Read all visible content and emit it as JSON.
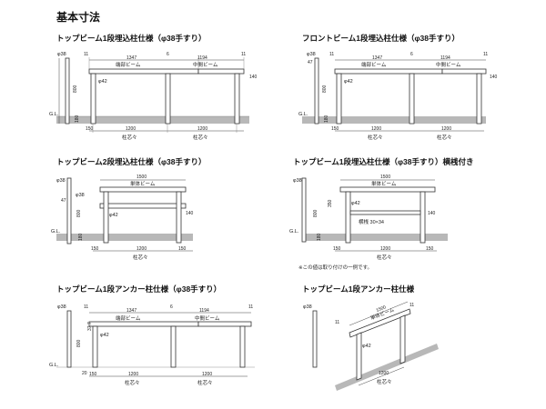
{
  "page_title": "基本寸法",
  "panels": [
    {
      "title": "トップビーム1段埋込柱仕様（φ38手すり）",
      "dims": {
        "d38": "φ38",
        "d11a": "11",
        "d6": "6",
        "d11b": "11",
        "w1347": "1347",
        "w1194": "1194",
        "endbeam": "端部ビーム",
        "midbeam": "中間ビーム",
        "d42": "φ42",
        "h800": "800",
        "gl": "G.L.",
        "h180": "180",
        "w150": "150",
        "w1200a": "1200",
        "w1200b": "1200",
        "pitch": "柱芯々",
        "h140": "140"
      }
    },
    {
      "title": "フロントビーム1段埋込柱仕様（φ38手すり）",
      "dims": {
        "d38": "φ38",
        "d47": "47",
        "d11a": "11",
        "d6": "6",
        "d11b": "11",
        "w1347": "1347",
        "w1194": "1194",
        "endbeam": "端部ビーム",
        "midbeam": "中間ビーム",
        "d42": "φ42",
        "h800": "800",
        "gl": "G.L.",
        "h180": "180",
        "w150": "150",
        "w1200a": "1200",
        "w1200b": "1200",
        "pitch": "柱芯々",
        "h140": "140"
      }
    },
    {
      "title": "トップビーム2段埋込柱仕様（φ38手すり）",
      "dims": {
        "d38a": "φ38",
        "d47": "47",
        "d38b": "φ38",
        "w1500": "1500",
        "single": "単体ビーム",
        "d42": "φ42",
        "h800": "800",
        "h140": "140",
        "gl": "G.L.",
        "h180": "180",
        "w150a": "150",
        "w1200": "1200",
        "w150b": "150",
        "pitch": "柱芯々"
      }
    },
    {
      "title": "トップビーム1段埋込柱仕様（φ38手すり）横桟付き",
      "dims": {
        "d38": "φ38",
        "w1500": "1500",
        "single": "単体ビーム",
        "h350": "350",
        "d42": "φ42",
        "h800": "800",
        "crossbar": "横桟 30×34",
        "h140": "140",
        "gl": "G.L.",
        "h180": "180",
        "w150a": "150",
        "w1200": "1200",
        "w150b": "150",
        "pitch": "柱芯々",
        "note": "※この値は取り付けの一例です。"
      }
    },
    {
      "title": "トップビーム1段アンカー柱仕様（φ38手すり）",
      "dims": {
        "d38": "φ38",
        "d11a": "11",
        "d6": "6",
        "d11b": "11",
        "w1347": "1347",
        "w1194": "1194",
        "endbeam": "端部ビーム",
        "midbeam": "中間ビーム",
        "h377": "37.7",
        "d42": "φ42",
        "h800": "800",
        "gl": "G.L.",
        "h20": "20",
        "w150": "150",
        "w1200a": "1200",
        "w1200b": "1200",
        "pitch": "柱芯々"
      }
    },
    {
      "title": "トップビーム1段アンカー柱仕様",
      "dims": {
        "d38": "φ38",
        "d11a": "11",
        "d11b": "11",
        "w1500": "1500",
        "single": "単体ビーム",
        "d42": "φ42",
        "w1200": "1200",
        "pitch": "柱芯々"
      }
    }
  ]
}
